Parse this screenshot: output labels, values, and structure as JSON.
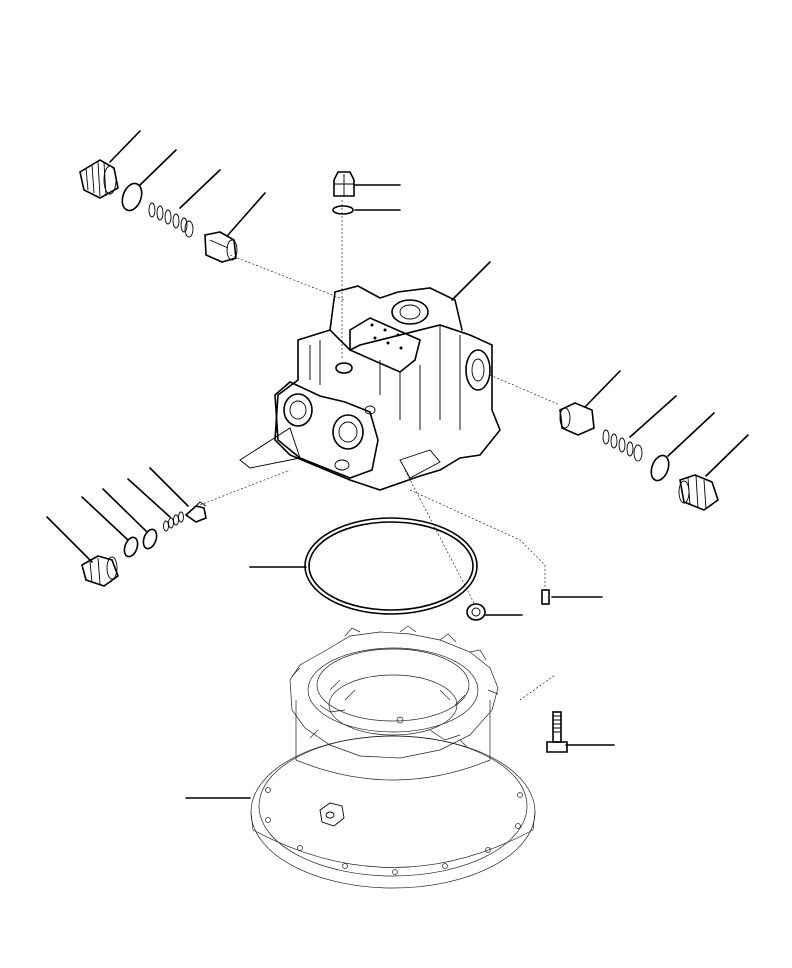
{
  "figure": {
    "background": "#ffffff",
    "line_color": "#000000"
  },
  "parts": [
    {
      "name": "relief-valve-plug-upper-left"
    },
    {
      "name": "o-ring-upper-left"
    },
    {
      "name": "spring-upper-left"
    },
    {
      "name": "poppet-upper-left"
    },
    {
      "name": "plug-top"
    },
    {
      "name": "o-ring-top"
    },
    {
      "name": "valve-body"
    },
    {
      "name": "poppet-right"
    },
    {
      "name": "spring-right"
    },
    {
      "name": "o-ring-right"
    },
    {
      "name": "plug-right"
    },
    {
      "name": "plug-lower-left"
    },
    {
      "name": "o-ring-lower-left-1"
    },
    {
      "name": "o-ring-lower-left-2"
    },
    {
      "name": "spring-lower-left"
    },
    {
      "name": "check-valve-lower-left"
    },
    {
      "name": "large-o-ring"
    },
    {
      "name": "small-plug"
    },
    {
      "name": "pin"
    },
    {
      "name": "bolt"
    },
    {
      "name": "motor-housing"
    }
  ]
}
